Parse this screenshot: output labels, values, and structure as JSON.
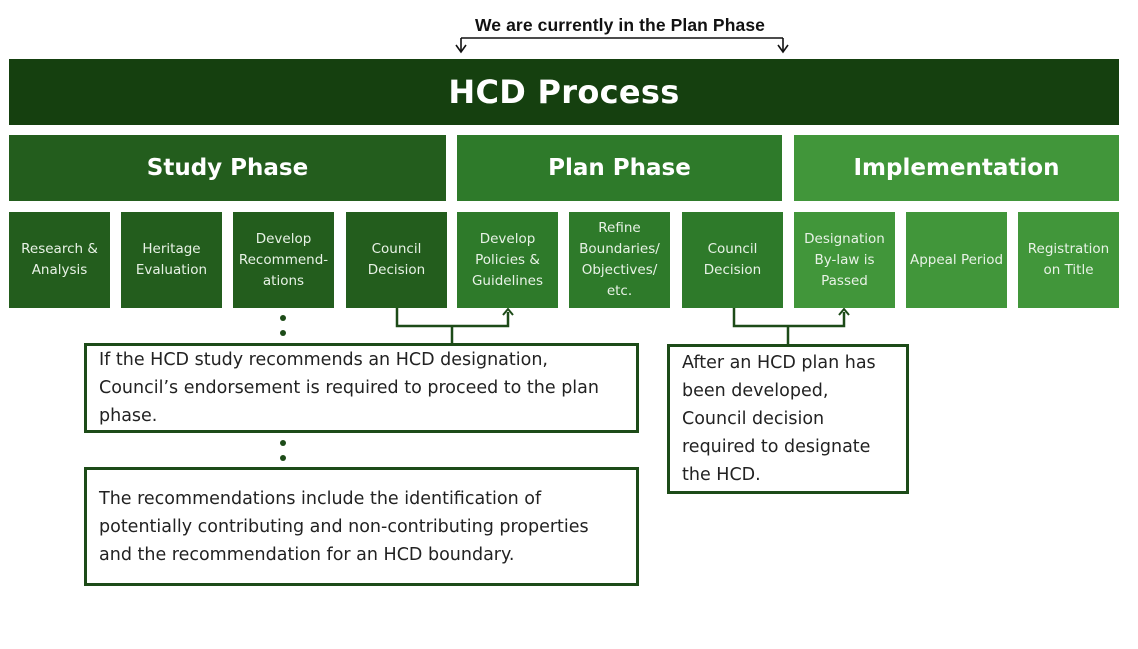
{
  "current_phase_note": "We are currently in the Plan Phase",
  "header": {
    "title": "HCD Process"
  },
  "colors": {
    "header": "#15400f",
    "study_phase": "#235d1d",
    "plan_phase": "#2e7a2a",
    "implementation_phase": "#41963a",
    "callout_border": "#1d4b18"
  },
  "phases": [
    {
      "label": "Study Phase",
      "steps": [
        {
          "label": "Research &\nAnalysis"
        },
        {
          "label": "Heritage\nEvaluation"
        },
        {
          "label": "Develop\nRecommend-\nations"
        },
        {
          "label": "Council\nDecision"
        }
      ]
    },
    {
      "label": "Plan Phase",
      "steps": [
        {
          "label": "Develop\nPolicies &\nGuidelines"
        },
        {
          "label": "Refine\nBoundaries/\nObjectives/\netc."
        },
        {
          "label": "Council\nDecision"
        }
      ]
    },
    {
      "label": "Implementation",
      "steps": [
        {
          "label": "Designation\nBy-law is\nPassed"
        },
        {
          "label": "Appeal Period"
        },
        {
          "label": "Registration\non Title"
        }
      ]
    }
  ],
  "callouts": {
    "study_council": "If the HCD study recommends an HCD designation, Council’s endorsement is required to proceed to the plan phase.",
    "recommendations": "The recommendations include the identification of potentially contributing and non-contributing properties and the recommendation for an HCD boundary.",
    "plan_council": "After an HCD plan has been developed, Council decision required to designate the HCD."
  }
}
